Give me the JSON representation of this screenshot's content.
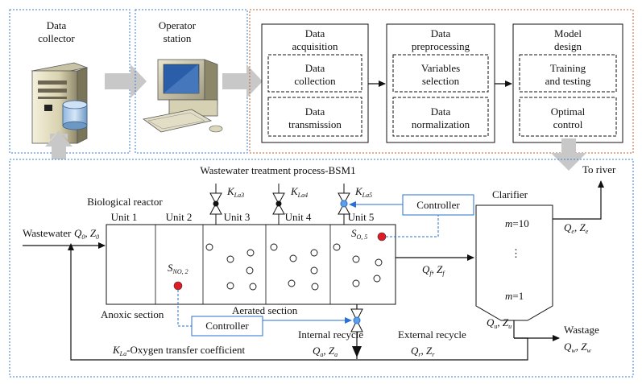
{
  "top": {
    "collector_l1": "Data",
    "collector_l2": "collector",
    "operator_l1": "Operator",
    "operator_l2": "station",
    "acq_l1": "Data",
    "acq_l2": "acquisition",
    "acq_sub1": "Data",
    "acq_sub1b": "collection",
    "acq_sub2": "Data",
    "acq_sub2b": "transmission",
    "pre_l1": "Data",
    "pre_l2": "preprocessing",
    "pre_sub1": "Variables",
    "pre_sub1b": "selection",
    "pre_sub2": "Data",
    "pre_sub2b": "normalization",
    "model_l1": "Model",
    "model_l2": "design",
    "model_sub1": "Training",
    "model_sub1b": "and testing",
    "model_sub2": "Optimal",
    "model_sub2b": "control"
  },
  "bottom": {
    "title": "Wastewater treatment process-BSM1",
    "bioreactor": "Biological reactor",
    "units": [
      "Unit 1",
      "Unit 2",
      "Unit 3",
      "Unit 4",
      "Unit 5"
    ],
    "wastewater": "Wastewater",
    "anoxic": "Anoxic section",
    "aerated": "Aerated section",
    "controller1": "Controller",
    "controller2": "Controller",
    "internal_recycle": "Internal recycle",
    "external_recycle": "External recycle",
    "kla_desc": "-Oxygen transfer coefficient",
    "clarifier": "Clarifier",
    "m_top": "=10",
    "m_bottom": "=1",
    "to_river": "To river",
    "wastage": "Wastage"
  }
}
